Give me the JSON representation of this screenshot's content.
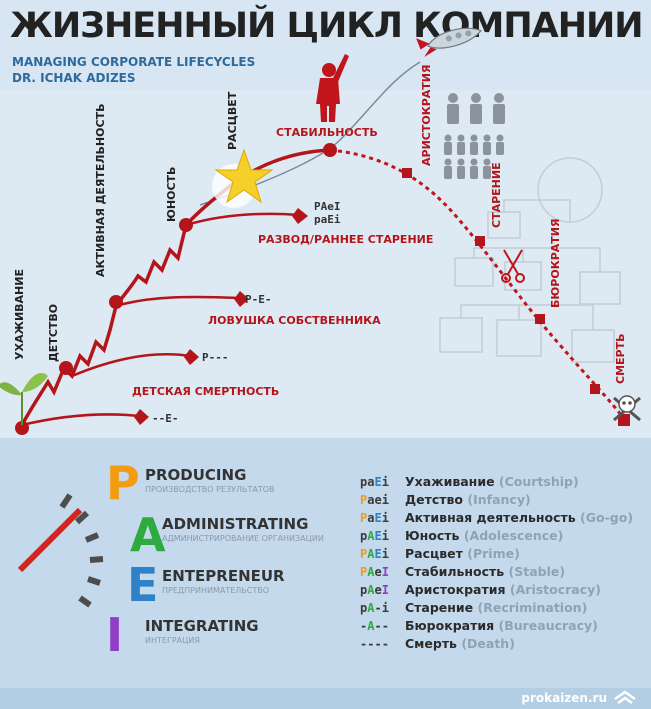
{
  "header": {
    "title": "ЖИЗНЕННЫЙ ЦИКЛ КОМПАНИИ",
    "subtitle_1": "MANAGING CORPORATE LIFECYCLES",
    "subtitle_2": "DR. ICHAK ADIZES"
  },
  "diagram": {
    "stage_labels": [
      "УХАЖИВАНИЕ",
      "ДЕТСТВО",
      "АКТИВНАЯ ДЕЯТЕЛЬНОСТЬ",
      "ЮНОСТЬ",
      "РАСЦВЕТ",
      "СТАБИЛЬНОСТЬ",
      "АРИСТОКРАТИЯ",
      "СТАРЕНИЕ",
      "БЮРОКРАТИЯ",
      "СМЕРТЬ"
    ],
    "traps": [
      {
        "label": "РАЗВОД/РАННЕЕ СТАРЕНИЕ",
        "code_1": "PAeI",
        "code_2": "paEi"
      },
      {
        "label": "ЛОВУШКА СОБСТВЕННИКА",
        "code": "P-E-"
      },
      {
        "label": "ДЕТСКАЯ СМЕРТНОСТЬ",
        "code": "P---"
      },
      {
        "label": "",
        "code": "--E-"
      }
    ]
  },
  "legend": {
    "roles": [
      {
        "letter": "P",
        "name": "PRODUCING",
        "ru": "ПРОИЗВОДСТВО РЕЗУЛЬТАТОВ",
        "color": "#f39c12"
      },
      {
        "letter": "A",
        "name": "ADMINISTRATING",
        "ru": "АДМИНИСТРИРОВАНИЕ ОРГАНИЗАЦИИ",
        "color": "#2eab3f"
      },
      {
        "letter": "E",
        "name": "ENTEPRENEUR",
        "ru": "ПРЕДПРИНИМАТЕЛЬСТВО",
        "color": "#2f82c8"
      },
      {
        "letter": "I",
        "name": "INTEGRATING",
        "ru": "ИНТЕГРАЦИЯ",
        "color": "#8e3fc4"
      }
    ]
  },
  "stages": [
    {
      "code": "paEi",
      "ru": "Ухаживание",
      "en": "(Courtship)"
    },
    {
      "code": "Paei",
      "ru": "Детство",
      "en": "(Infancy)"
    },
    {
      "code": "PaEi",
      "ru": "Активная деятельность",
      "en": "(Go-go)"
    },
    {
      "code": "pAEi",
      "ru": "Юность",
      "en": "(Adolescence)"
    },
    {
      "code": "PAEi",
      "ru": "Расцвет",
      "en": "(Prime)"
    },
    {
      "code": "PAeI",
      "ru": "Стабильность",
      "en": "(Stable)"
    },
    {
      "code": "pAeI",
      "ru": "Аристократия",
      "en": "(Aristocracy)"
    },
    {
      "code": "pA-i",
      "ru": "Старение",
      "en": "(Recrimination)"
    },
    {
      "code": "-A--",
      "ru": "Бюрократия",
      "en": "(Bureaucracy)"
    },
    {
      "code": "----",
      "ru": "Смерть",
      "en": "(Death)"
    }
  ],
  "footer": {
    "site": "prokaizen.ru"
  },
  "colors": {
    "red": "#c0161b",
    "dark": "#222222",
    "blue_text": "#2d6a9e",
    "band": "#c4d9eb"
  }
}
